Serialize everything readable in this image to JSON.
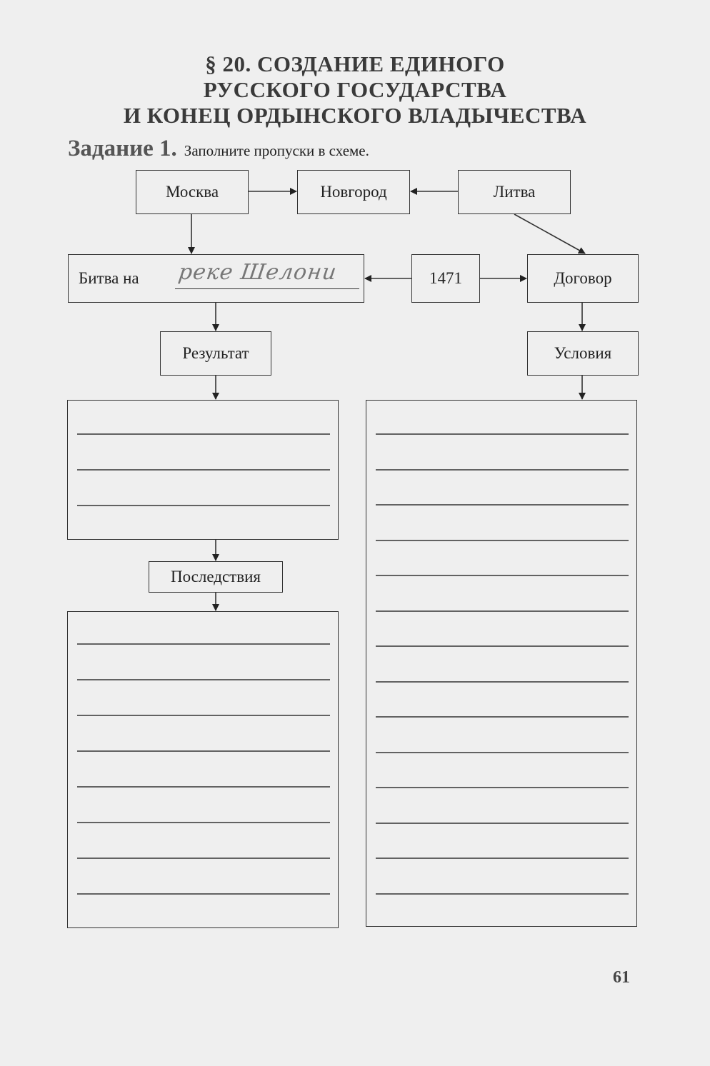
{
  "heading": {
    "line1": "§ 20. СОЗДАНИЕ ЕДИНОГО",
    "line2": "РУССКОГО ГОСУДАРСТВА",
    "line3": "И КОНЕЦ ОРДЫНСКОГО ВЛАДЫЧЕСТВА"
  },
  "task": {
    "label": "Задание 1.",
    "instruction": "Заполните пропуски в схеме."
  },
  "scheme": {
    "moscow": "Москва",
    "novgorod": "Новгород",
    "lithuania": "Литва",
    "battle_prefix": "Битва на",
    "battle_answer": "реке Шелони",
    "year": "1471",
    "treaty": "Договор",
    "result": "Результат",
    "conditions": "Условия",
    "consequences": "Последствия"
  },
  "page_number": "61"
}
